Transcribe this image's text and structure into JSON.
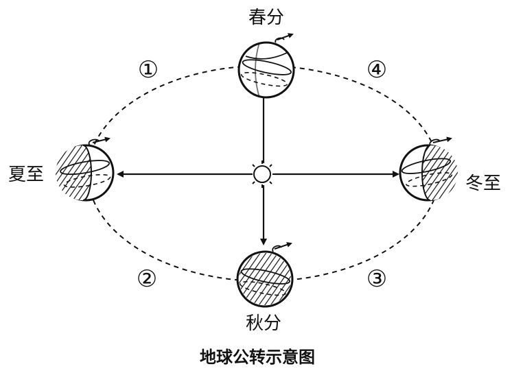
{
  "labels": {
    "spring_equinox": "春分",
    "summer_solstice": "夏至",
    "autumn_equinox": "秋分",
    "winter_solstice": "冬至",
    "segment_1": "①",
    "segment_2": "②",
    "segment_3": "③",
    "segment_4": "④"
  },
  "caption": "地球公转示意图",
  "icons": {
    "sun": "sun-icon",
    "globe": "earth-globe-icon"
  },
  "colors": {
    "ink": "#111111",
    "background": "#ffffff"
  }
}
